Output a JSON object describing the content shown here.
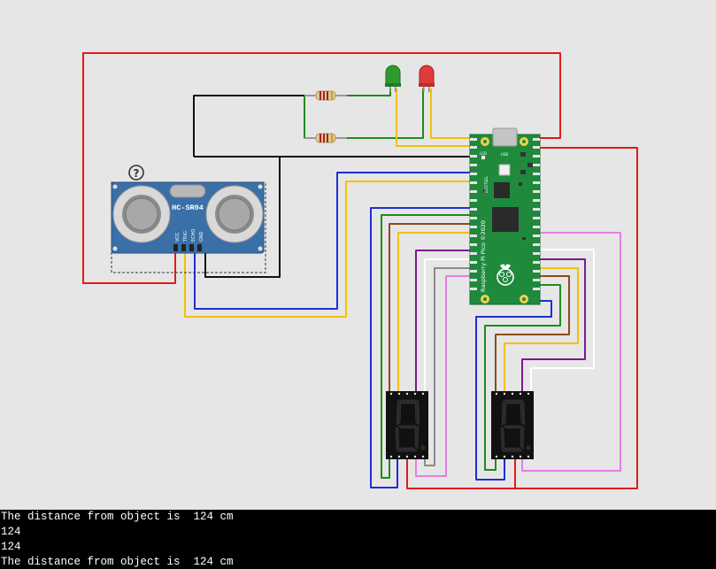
{
  "sensor": {
    "label": "HC-SR04",
    "pins": [
      "VCC",
      "TRIG",
      "ECHO",
      "GND"
    ],
    "help_glyph": "?"
  },
  "pico": {
    "label": "Raspberry Pi Pico ©2020",
    "led_label": "LED",
    "usb_label": "USB",
    "bootsel_label": "BOOTSEL"
  },
  "leds": [
    {
      "color": "#2e9a2e"
    },
    {
      "color": "#e03a3a"
    }
  ],
  "serial_lines": [
    "The distance from object is  124 cm",
    "124",
    "124",
    "The distance from object is  124 cm"
  ],
  "wire_colors": {
    "red": "#e01b1b",
    "black": "#111111",
    "green": "#1e8c1e",
    "yellow": "#f2c200",
    "blue": "#1d2fd6",
    "brown": "#8b4a1c",
    "purple": "#7a1a8a",
    "white": "#ffffff",
    "gray": "#8a8a8a",
    "pink": "#e57ee5"
  }
}
